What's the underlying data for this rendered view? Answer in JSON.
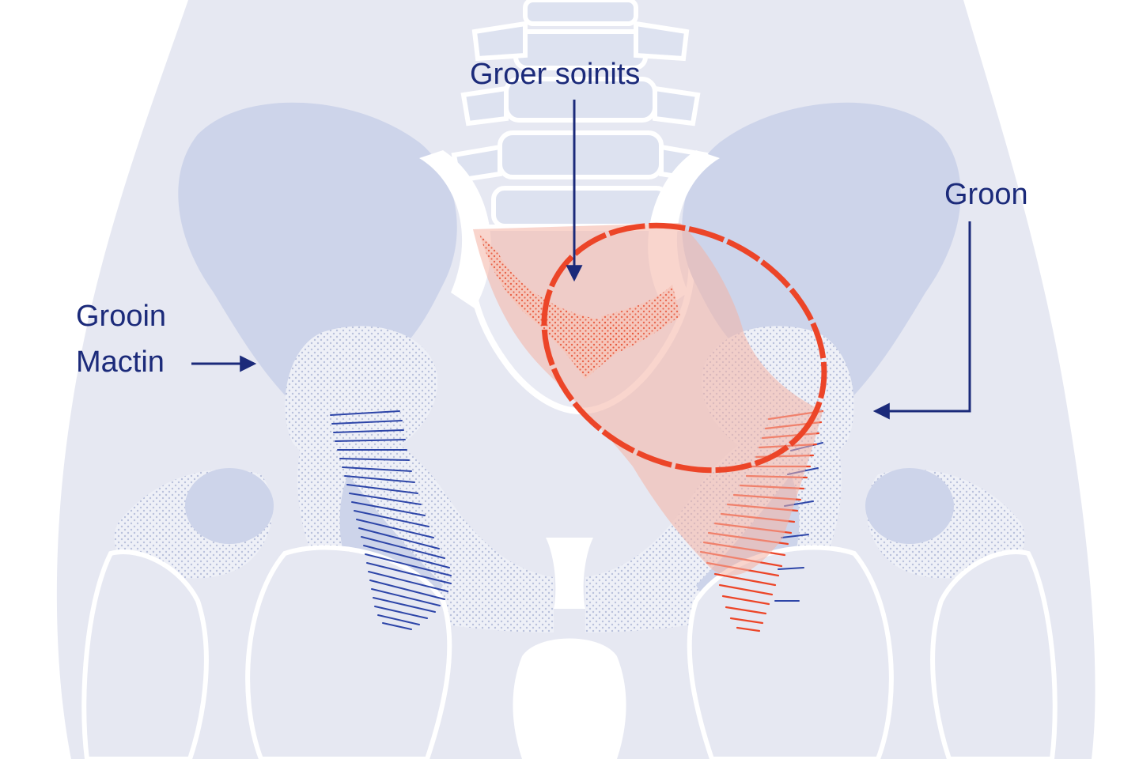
{
  "labels": {
    "top": "Groer soinits",
    "right": "Groon",
    "left_line1": "Grooin",
    "left_line2": "Mactin"
  },
  "colors": {
    "background": "#ffffff",
    "body_silhouette": "#e5e7f1",
    "bone_shade": "#cdd4ea",
    "bone_highlight": "#ffffff",
    "spine": "#d9deee",
    "annotation_ink": "#1b2a7a",
    "muscle_hatch_blue": "#2d45a8",
    "highlight_red": "#ec4528",
    "highlight_fill": "#f4b3a4"
  },
  "icons": {
    "arrow_top": "arrow-down-icon",
    "arrow_right": "elbow-arrow-left-icon",
    "arrow_left": "arrow-right-icon",
    "focus_ring": "dashed-ellipse-highlight"
  }
}
